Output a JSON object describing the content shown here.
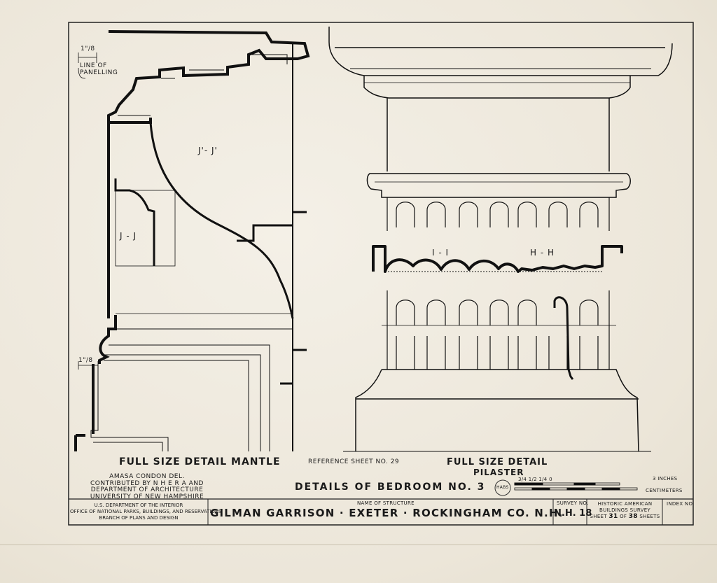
{
  "mantle": {
    "title": "FULL SIZE DETAIL MANTLE",
    "dim_label": "1\"/8",
    "dim_label_bottom": "1\"/8",
    "line_of_panelling": [
      "LINE OF",
      "PANELLING"
    ],
    "section_jj_prime": "J'- J'",
    "section_jj": "J - J"
  },
  "pilaster": {
    "title_line1": "FULL SIZE DETAIL",
    "title_line2": "PILASTER",
    "section_ii": "I - I",
    "section_hh": "H - H"
  },
  "reference": "REFERENCE SHEET NO. 29",
  "credits": [
    "AMASA CONDON DEL.",
    "CONTRIBUTED BY N H E R A AND",
    "DEPARTMENT OF ARCHITECTURE",
    "UNIVERSITY OF NEW HAMPSHIRE"
  ],
  "sheet_title": "DETAILS OF BEDROOM NO. 3",
  "scale": {
    "inch_label": "3 INCHES",
    "cm_label": "CENTIMETERS",
    "fractions": "3/4 1/2 1/4 0"
  },
  "title_block": {
    "agency": [
      "U.S. DEPARTMENT OF THE INTERIOR",
      "OFFICE OF NATIONAL PARKS, BUILDINGS, AND RESERVATIONS",
      "BRANCH OF PLANS AND DESIGN"
    ],
    "name_caption": "NAME OF STRUCTURE",
    "structure_name": "GILMAN GARRISON · EXETER · ROCKINGHAM CO. N.H.",
    "survey_caption": "SURVEY NO.",
    "survey_no": "N.H. 18",
    "habs": [
      "HISTORIC AMERICAN",
      "BUILDINGS SURVEY"
    ],
    "sheet_word": "SHEET",
    "sheet_no": "31",
    "of_word": "OF",
    "sheet_total": "38",
    "sheets_word": "SHEETS",
    "index_caption": "INDEX NO."
  },
  "stamp_text": "HABS"
}
